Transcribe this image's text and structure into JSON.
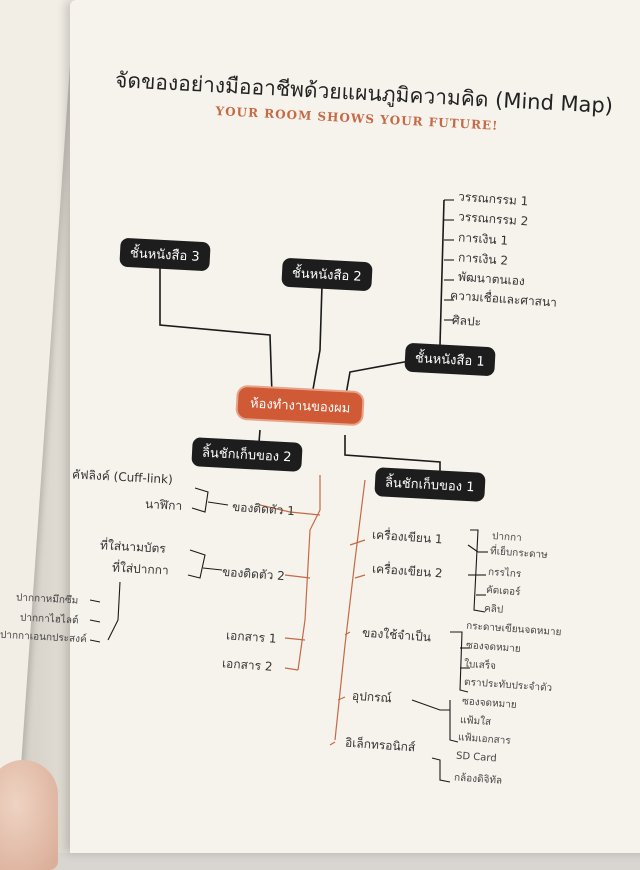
{
  "title": "จัดของอย่างมืออาชีพด้วยแผนภูมิความคิด (Mind Map)",
  "subtitle": "YOUR ROOM SHOWS YOUR FUTURE!",
  "center": "ห้องทำงานของผม",
  "shelves": {
    "shelf3": "ชั้นหนังสือ 3",
    "shelf2": "ชั้นหนังสือ 2",
    "shelf1": "ชั้นหนังสือ 1"
  },
  "shelf1_items": [
    "วรรณกรรม 1",
    "วรรณกรรม 2",
    "การเงิน 1",
    "การเงิน 2",
    "พัฒนาตนเอง",
    "ความเชื่อและศาสนา",
    "ศิลปะ"
  ],
  "drawer2": {
    "label": "ลิ้นชักเก็บของ 2",
    "personal1": "ของติดตัว 1",
    "personal1_items": [
      "คัฟลิงค์ (Cuff-link)",
      "นาฬิกา"
    ],
    "personal2": "ของติดตัว 2",
    "personal2_items": [
      "ที่ใส่นามบัตร",
      "ที่ใส่ปากกา"
    ],
    "pen_items": [
      "ปากกาหมึกซึม",
      "ปากกาไฮไลต์",
      "ปากกาเอนกประสงค์"
    ],
    "doc1": "เอกสาร 1",
    "doc2": "เอกสาร 2"
  },
  "drawer1": {
    "label": "ลิ้นชักเก็บของ 1",
    "stationery1": "เครื่องเขียน 1",
    "stationery2": "เครื่องเขียน 2",
    "stationery_items": [
      "ปากกา",
      "ที่เย็บกระดาษ",
      "กรรไกร",
      "คัตเตอร์",
      "คลิป"
    ],
    "essentials": "ของใช้จำเป็น",
    "essentials_items": [
      "กระดาษเขียนจดหมาย",
      "ซองจดหมาย",
      "ใบเสร็จ",
      "ตราประทับประจำตัว"
    ],
    "equipment": "อุปกรณ์",
    "equipment_items": [
      "ซองจดหมาย",
      "แฟ้มใส",
      "แฟ้มเอกสาร"
    ],
    "electronics": "อิเล็กทรอนิกส์",
    "electronics_items": [
      "SD Card",
      "กล้องดิจิทัล"
    ]
  },
  "colors": {
    "accent": "#cf5a35",
    "node": "#1d1d1d",
    "page": "#f6f3ec"
  }
}
